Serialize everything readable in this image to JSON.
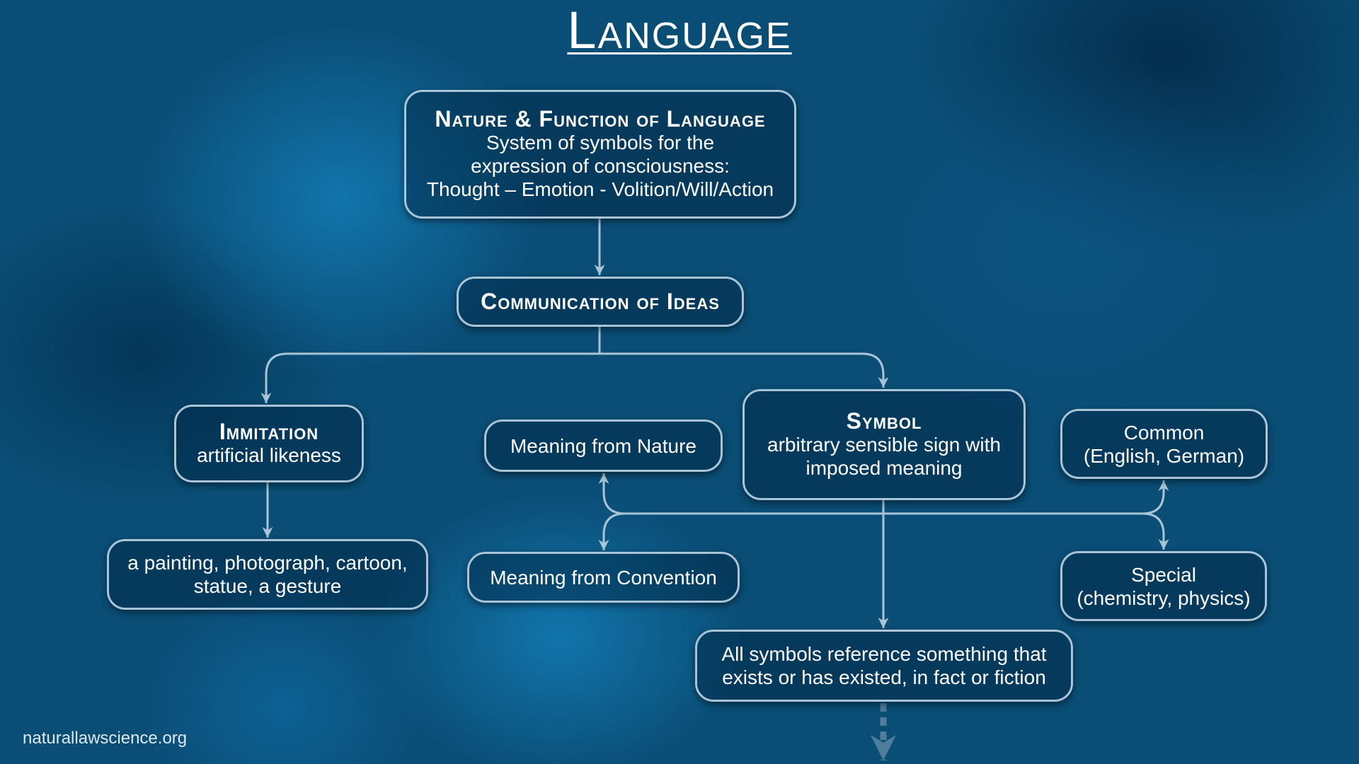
{
  "title": "Language",
  "nodes": {
    "nature": {
      "heading": "Nature & Function of Language",
      "lines": [
        "System of symbols for the",
        "expression of consciousness:",
        "Thought – Emotion - Volition/Will/Action"
      ]
    },
    "communication": {
      "heading": "Communication of Ideas"
    },
    "imitation": {
      "heading": "Immitation",
      "text": "artificial likeness"
    },
    "examples": {
      "lines": [
        "a painting, photograph, cartoon,",
        "statue, a gesture"
      ]
    },
    "meaning_nature": {
      "text": "Meaning from Nature"
    },
    "meaning_convention": {
      "text": "Meaning from Convention"
    },
    "symbol": {
      "heading": "Symbol",
      "lines": [
        "arbitrary sensible sign with",
        "imposed meaning"
      ]
    },
    "common": {
      "lines": [
        "Common",
        "(English, German)"
      ]
    },
    "special": {
      "lines": [
        "Special",
        "(chemistry, physics)"
      ]
    },
    "all_symbols": {
      "lines": [
        "All symbols reference something that",
        "exists or has existed, in fact or fiction"
      ]
    }
  },
  "footer": "naturallawscience.org",
  "colors": {
    "connector": "#a9c4d6",
    "background": "#0a4d75"
  }
}
